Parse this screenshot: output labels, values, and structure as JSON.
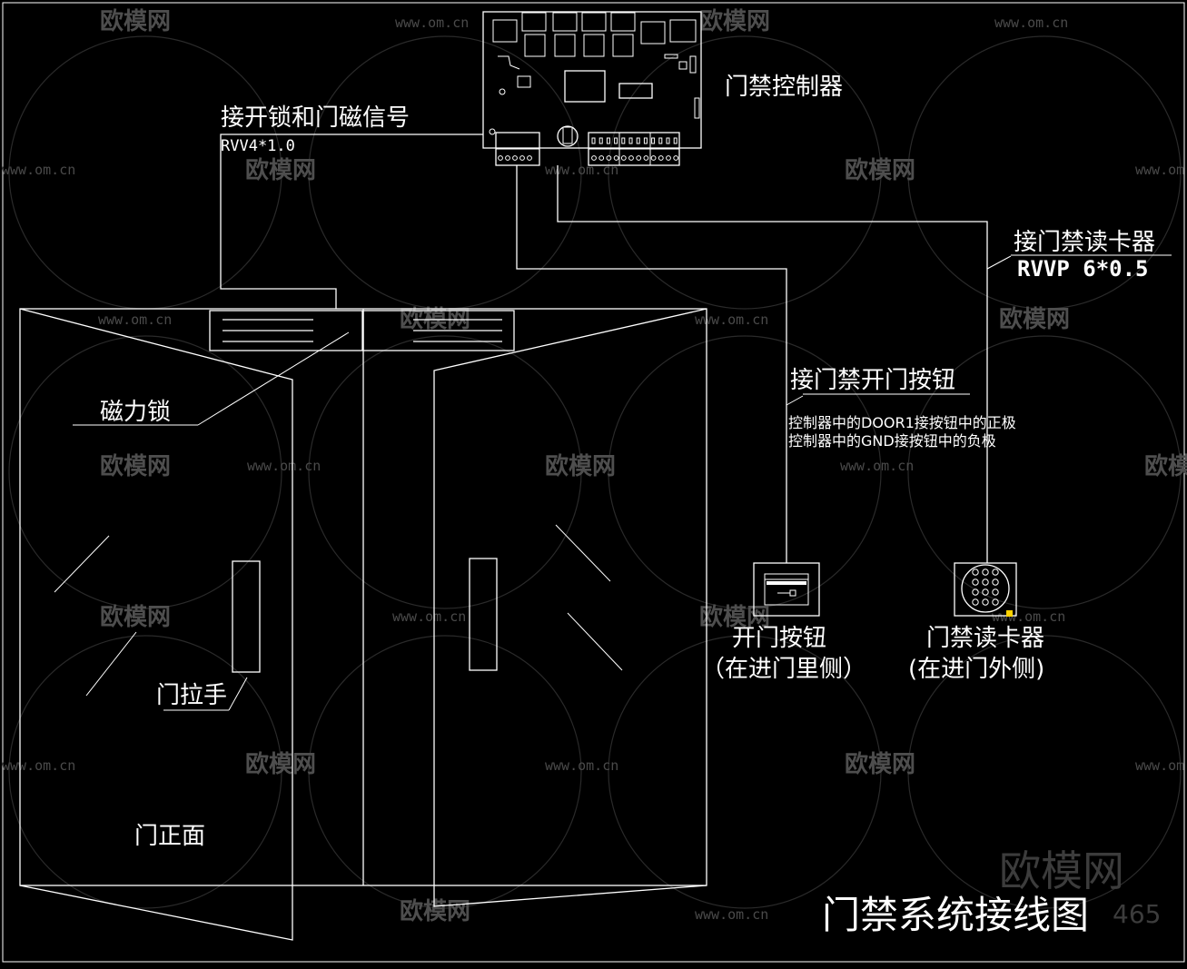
{
  "title": "门禁系统接线图",
  "controller": {
    "label": "门禁控制器"
  },
  "lock_signal": {
    "label": "接开锁和门磁信号",
    "cable": "RVV4*1.0"
  },
  "card_reader_line": {
    "label": "接门禁读卡器",
    "cable": "RVVP 6*0.5"
  },
  "button_line": {
    "label": "接门禁开门按钮",
    "note_line1": "控制器中的DOOR1接按钮中的正极",
    "note_line2": "控制器中的GND接按钮中的负极"
  },
  "door": {
    "maglock_label": "磁力锁",
    "handle_label": "门拉手",
    "front_label": "门正面"
  },
  "exit_button": {
    "label": "开门按钮",
    "sublabel": "（在进门里侧）"
  },
  "card_reader": {
    "label": "门禁读卡器",
    "sublabel": "(在进门外侧)"
  },
  "watermark": {
    "logo_text": "欧模网",
    "url_text": "www.om.cn",
    "big_logo": "欧模网",
    "id_text": "465"
  },
  "colors": {
    "background": "#000000",
    "line": "#ffffff",
    "watermark": "#4a4a4a"
  }
}
